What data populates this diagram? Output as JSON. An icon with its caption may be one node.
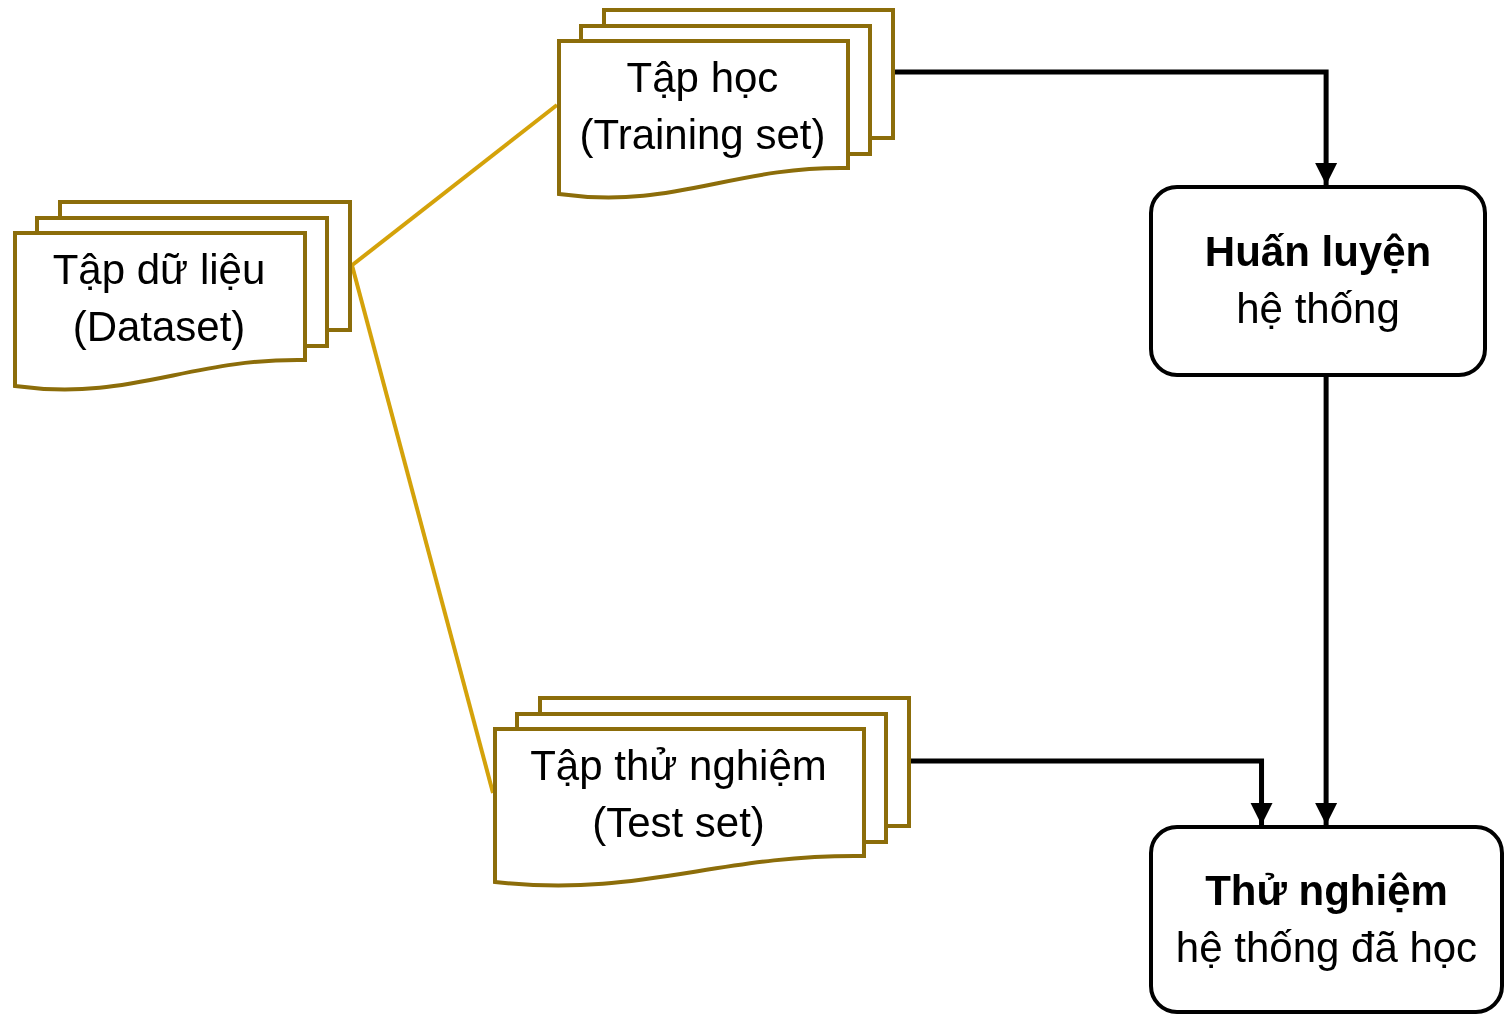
{
  "diagram": {
    "nodes": [
      {
        "text": [
          "Tập dữ liệu (Dataset)"
        ]
      },
      {
        "text": [
          "Tập học (Training set)"
        ]
      },
      {
        "text": [
          "Tập thử nghiệm (Test set)"
        ]
      },
      {
        "text": [
          "Huấn luyện",
          "hệ thống"
        ]
      },
      {
        "text": [
          "Thử nghiệm",
          "hệ thống đã học"
        ]
      }
    ],
    "edges": [
      {
        "from": 0,
        "to": 1,
        "arrow": "none",
        "color": "#d4a20a"
      },
      {
        "from": 0,
        "to": 2,
        "arrow": "none",
        "color": "#d4a20a"
      },
      {
        "from": 1,
        "to": 3,
        "arrow": "to"
      },
      {
        "from": 3,
        "to": 4,
        "arrow": "to"
      },
      {
        "from": 2,
        "to": 4,
        "arrow": "to"
      }
    ]
  }
}
